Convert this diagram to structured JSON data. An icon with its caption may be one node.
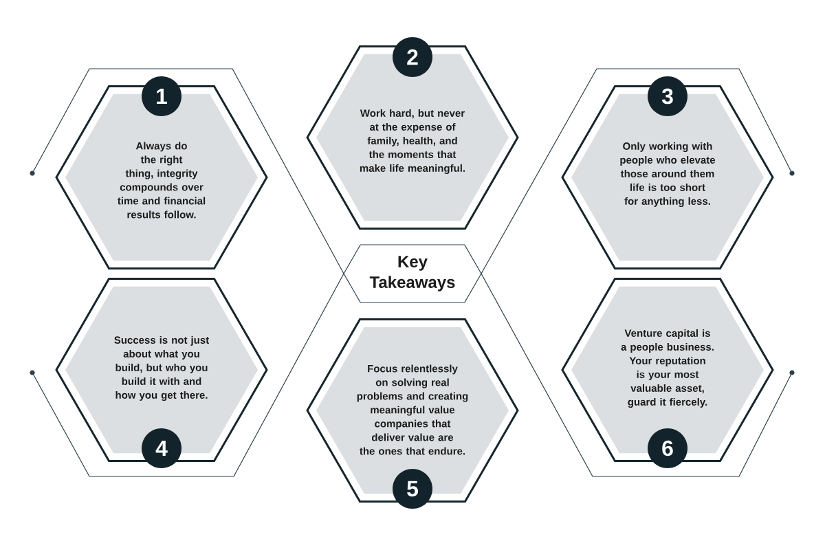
{
  "diagram": {
    "nodes": [
      {
        "text": [
          "Key Takeaways"
        ]
      },
      {
        "text": [
          "1"
        ]
      },
      {
        "text": [
          "Always do the right thing, integrity compounds over time and financial results follow."
        ]
      },
      {
        "text": [
          "2"
        ]
      },
      {
        "text": [
          "Work hard, but never at the expense of family, health, and the moments that make life meaningful."
        ]
      },
      {
        "text": [
          "3"
        ]
      },
      {
        "text": [
          "Only working with people who elevate those around them life is too short for anything less."
        ]
      },
      {
        "text": [
          "Success is not just about what you build, but who you build it with and how you get there."
        ]
      },
      {
        "text": [
          "4"
        ]
      },
      {
        "text": [
          "Focus relentlessly on solving real problems and creating meaningful value companies that deliver value are the ones that endure."
        ]
      },
      {
        "text": [
          "5"
        ]
      },
      {
        "text": [
          "Venture capital is a people business. Your reputation is your most valuable asset, guard it fiercely."
        ]
      },
      {
        "text": [
          "6"
        ]
      }
    ]
  }
}
